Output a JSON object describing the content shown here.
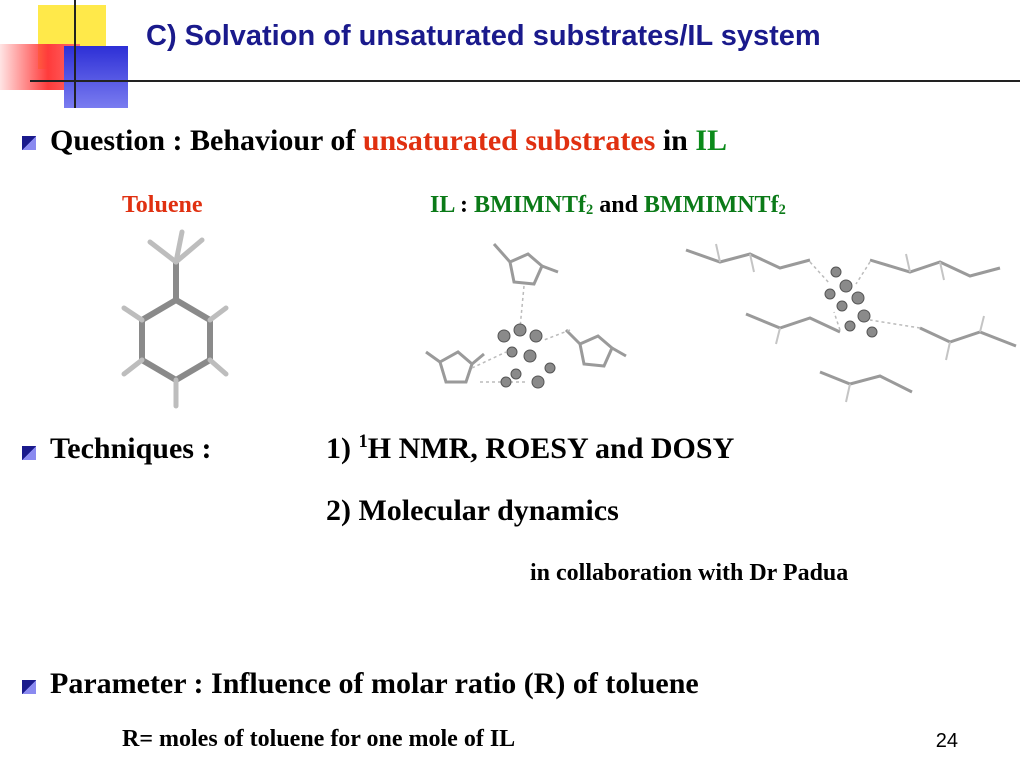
{
  "title": {
    "part1": "C) Solvation of ",
    "part2": "unsaturated substrates/IL system"
  },
  "question": {
    "lead": "Question : Behaviour of ",
    "highlight": "unsaturated substrates",
    "mid": " in ",
    "il": "IL"
  },
  "molecules": {
    "toluene_label": "Toluene",
    "il_prefix": "IL",
    "il_colon": " : ",
    "bmim": "BMIMNTf",
    "bmim_sub": "2",
    "and": " and ",
    "bmmim": "BMMIMNTf",
    "bmmim_sub": "2"
  },
  "techniques": {
    "label": "Techniques :",
    "item1_prefix": "1) ",
    "item1_sup": "1",
    "item1_text": "H NMR, ROESY and DOSY",
    "item2": "2) Molecular dynamics",
    "collab": "in collaboration with Dr Padua"
  },
  "parameter": {
    "label": "Parameter : Influence of molar ratio (R) of toluene",
    "definition": "R= moles of toluene for one mole of IL"
  },
  "page_number": "24",
  "colors": {
    "title": "#1a1a8c",
    "highlight_red": "#e03010",
    "highlight_green": "#0b8a1a"
  }
}
